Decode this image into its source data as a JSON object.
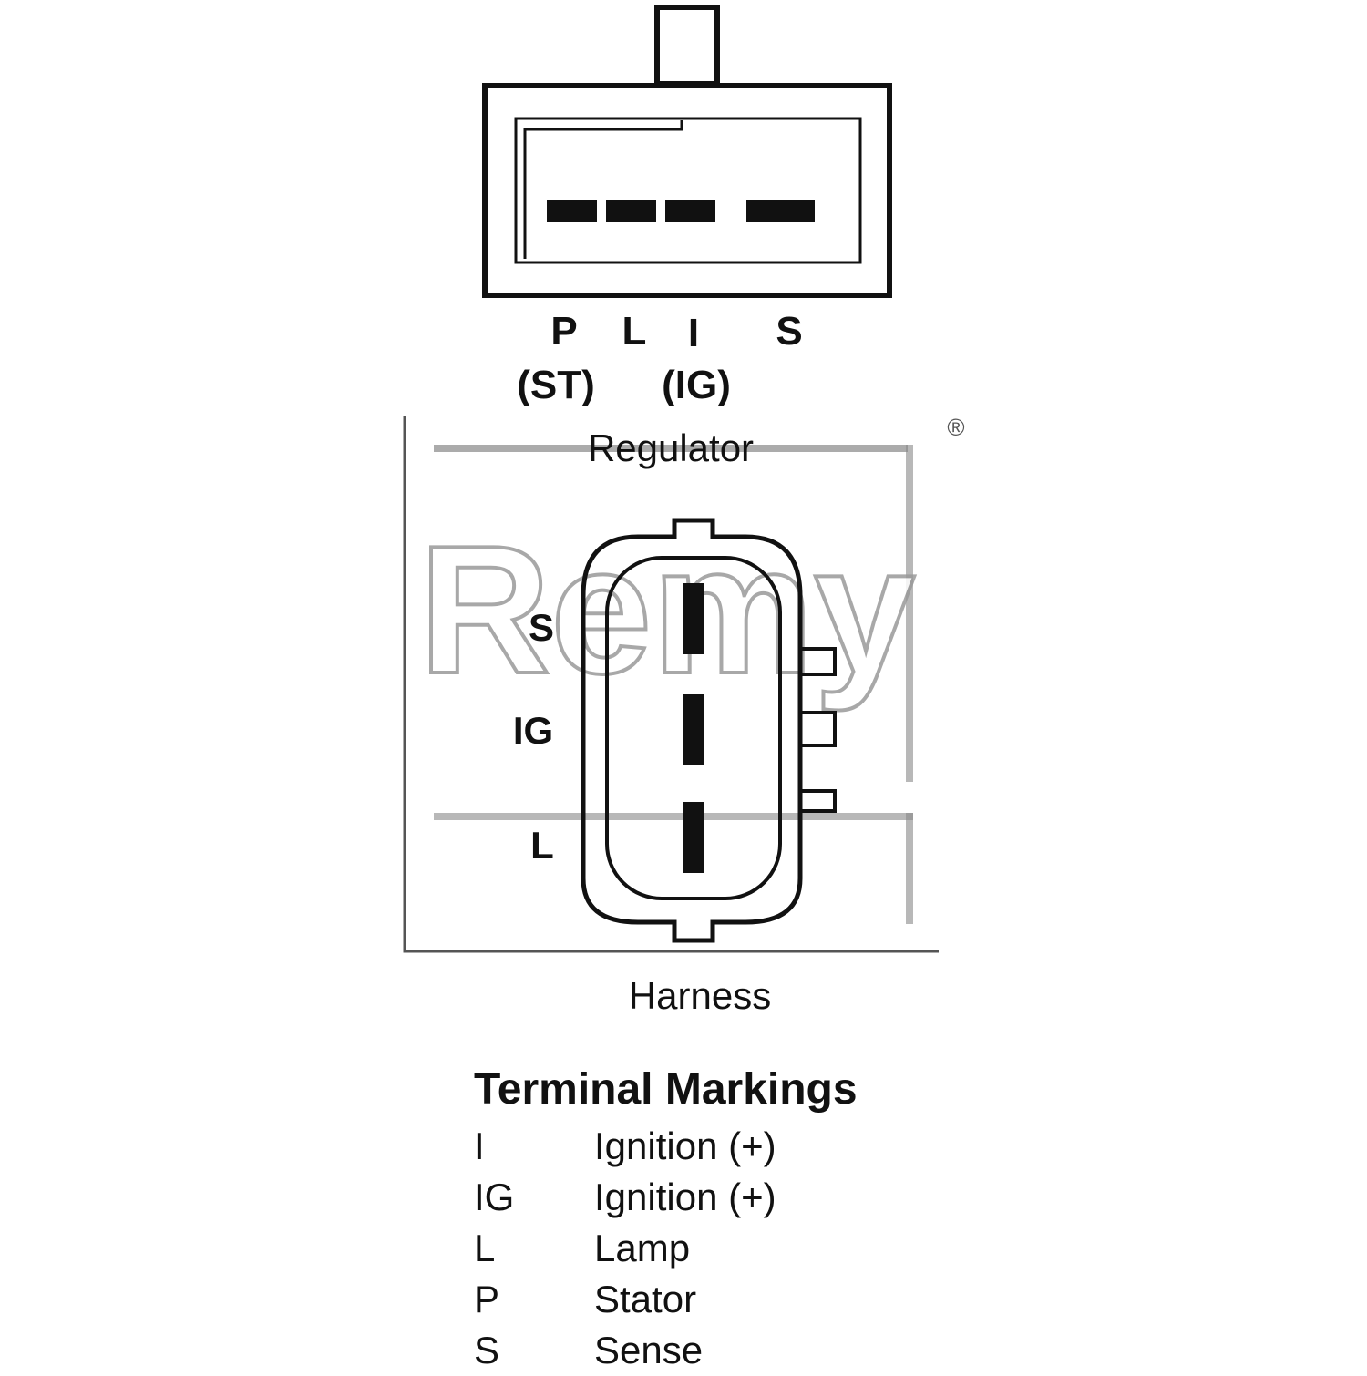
{
  "regulator": {
    "caption": "Regulator",
    "pins": [
      {
        "code": "P",
        "alt": "(ST)"
      },
      {
        "code": "L",
        "alt": ""
      },
      {
        "code": "I",
        "alt": "(IG)"
      },
      {
        "code": "S",
        "alt": ""
      }
    ]
  },
  "harness": {
    "caption": "Harness",
    "pins": [
      "S",
      "IG",
      "L"
    ]
  },
  "watermark": {
    "text": "Remy",
    "registered_mark": "®"
  },
  "legend": {
    "title": "Terminal Markings",
    "rows": [
      {
        "code": "I",
        "desc": "Ignition (+)"
      },
      {
        "code": "IG",
        "desc": "Ignition (+)"
      },
      {
        "code": "L",
        "desc": "Lamp"
      },
      {
        "code": "P",
        "desc": "Stator"
      },
      {
        "code": "S",
        "desc": "Sense"
      }
    ]
  }
}
